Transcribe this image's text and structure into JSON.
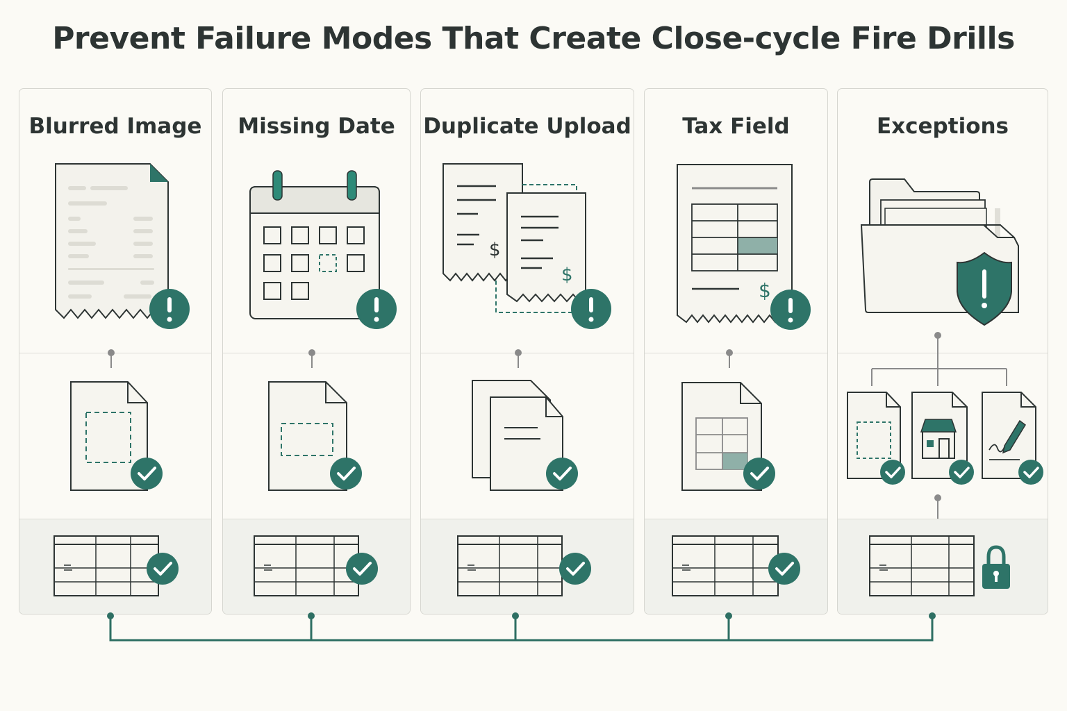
{
  "title": "Prevent Failure Modes That Create Close-cycle Fire Drills",
  "colors": {
    "accent": "#2e7468",
    "line": "#2d3433",
    "paper": "#f6f5ef",
    "connector": "#2e6f63",
    "pin": "#8a8a8a",
    "band": "#f0f1ec"
  },
  "cards": [
    {
      "title": "Blurred Image",
      "issue_icon": "blurred-receipt-icon",
      "fix_icon": "crop-region-document-icon",
      "ledger_status": "check-icon"
    },
    {
      "title": "Missing Date",
      "issue_icon": "calendar-icon",
      "fix_icon": "date-field-document-icon",
      "ledger_status": "check-icon"
    },
    {
      "title": "Duplicate Upload",
      "issue_icon": "duplicate-receipts-icon",
      "fix_icon": "stacked-documents-icon",
      "ledger_status": "check-icon"
    },
    {
      "title": "Tax Field",
      "issue_icon": "tax-receipt-icon",
      "fix_icon": "tax-table-document-icon",
      "ledger_status": "check-icon"
    },
    {
      "title": "Exceptions",
      "issue_icon": "shield-folder-icon",
      "fix_icon": "routed-documents-icon",
      "ledger_status": "lock-icon"
    }
  ]
}
